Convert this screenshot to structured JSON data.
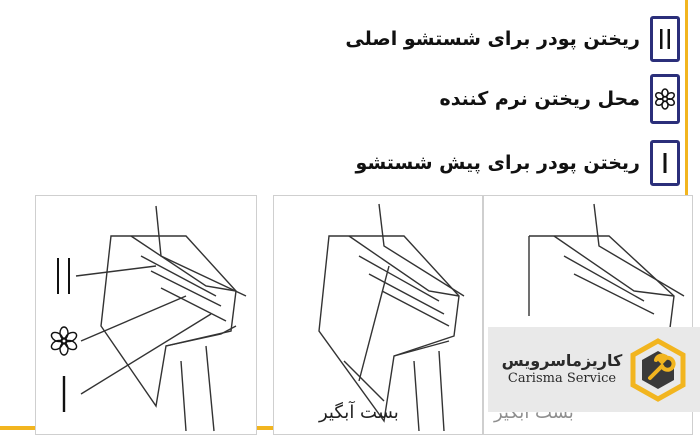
{
  "legend": [
    {
      "icon": "double-bar-icon",
      "label": "ریختن پودر برای شستشو اصلی"
    },
    {
      "icon": "flower-icon",
      "label": "محل ریختن نرم کننده"
    },
    {
      "icon": "single-bar-icon",
      "label": "ریختن پودر برای پیش شستشو"
    }
  ],
  "captions": {
    "middle": "بست آبگیر",
    "right": "بست آبگیر"
  },
  "brand": {
    "name_fa": "کاریزماسرویس",
    "name_en": "Carisma Service",
    "logo_icon": "hexagon-wrench-logo-icon"
  },
  "colors": {
    "accent": "#f2b51f",
    "legend_border": "#2b2f7a"
  }
}
